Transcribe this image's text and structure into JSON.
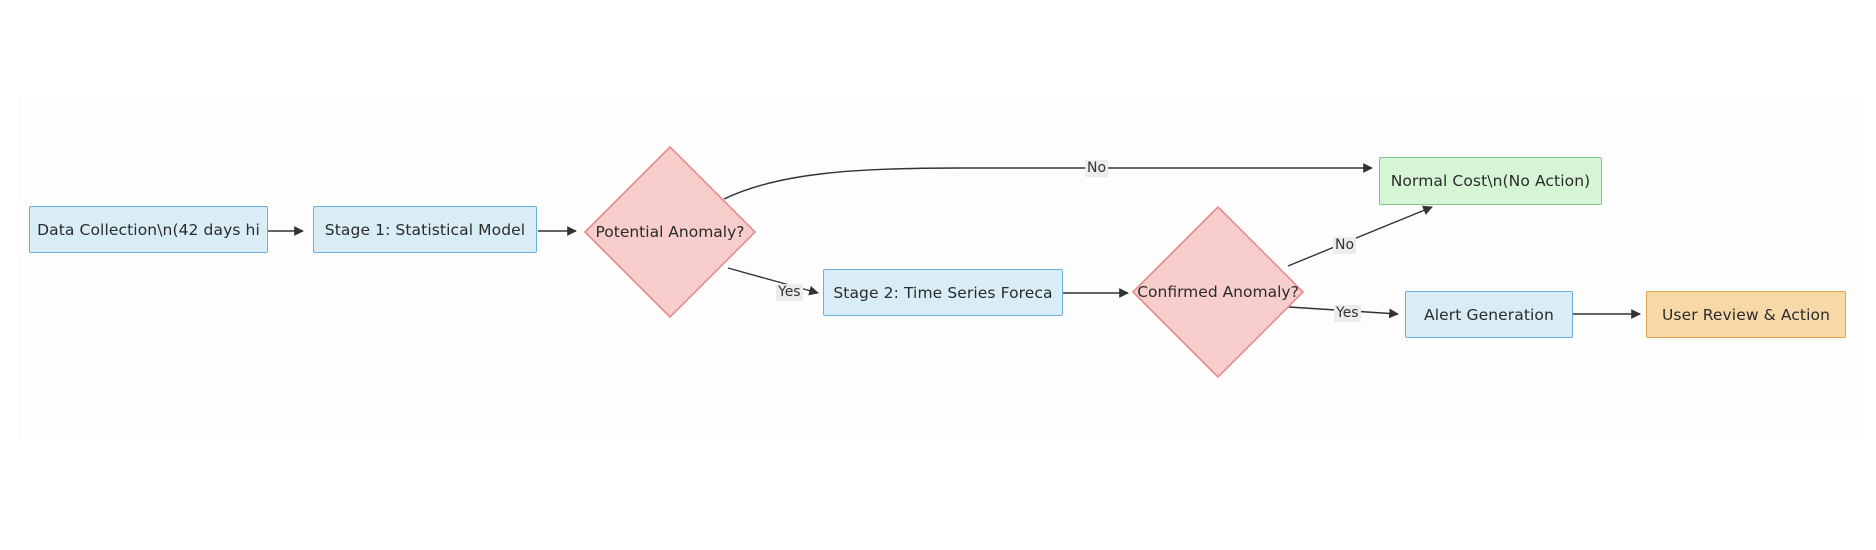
{
  "diagram": {
    "type": "flowchart",
    "direction": "left-to-right",
    "background": "#ffffff",
    "plate_background": "#fdfdfe",
    "palette": {
      "process_fill": "#d9edf7",
      "process_stroke": "#6ab0de",
      "decision_fill": "#f8cecc",
      "decision_stroke": "#e88a86",
      "success_fill": "#d5f5d5",
      "success_stroke": "#82c882",
      "action_fill": "#f7d9a8",
      "action_stroke": "#e0a64a",
      "edge_stroke": "#333333",
      "edge_label_bg": "#ececec",
      "text": "#2b2b2b"
    },
    "nodes": [
      {
        "id": "data-collection",
        "label": "Data Collection\\n(42 days hi",
        "shape": "rect",
        "style": "process"
      },
      {
        "id": "stage-1",
        "label": "Stage 1: Statistical Model",
        "shape": "rect",
        "style": "process"
      },
      {
        "id": "potential-anomaly",
        "label": "Potential Anomaly?",
        "shape": "diamond",
        "style": "decision"
      },
      {
        "id": "stage-2",
        "label": "Stage 2: Time Series Foreca",
        "shape": "rect",
        "style": "process"
      },
      {
        "id": "confirmed-anomaly",
        "label": "Confirmed Anomaly?",
        "shape": "diamond",
        "style": "decision"
      },
      {
        "id": "normal-cost",
        "label": "Normal Cost\\n(No Action)",
        "shape": "rect",
        "style": "success"
      },
      {
        "id": "alert-generation",
        "label": "Alert Generation",
        "shape": "rect",
        "style": "process"
      },
      {
        "id": "user-review",
        "label": "User Review & Action",
        "shape": "rect",
        "style": "action"
      }
    ],
    "edges": [
      {
        "id": "e1",
        "from": "data-collection",
        "to": "stage-1",
        "label": ""
      },
      {
        "id": "e2",
        "from": "stage-1",
        "to": "potential-anomaly",
        "label": ""
      },
      {
        "id": "e3",
        "from": "potential-anomaly",
        "to": "normal-cost",
        "label": "No"
      },
      {
        "id": "e4",
        "from": "potential-anomaly",
        "to": "stage-2",
        "label": "Yes"
      },
      {
        "id": "e5",
        "from": "stage-2",
        "to": "confirmed-anomaly",
        "label": ""
      },
      {
        "id": "e6",
        "from": "confirmed-anomaly",
        "to": "normal-cost",
        "label": "No"
      },
      {
        "id": "e7",
        "from": "confirmed-anomaly",
        "to": "alert-generation",
        "label": "Yes"
      },
      {
        "id": "e8",
        "from": "alert-generation",
        "to": "user-review",
        "label": ""
      }
    ]
  }
}
